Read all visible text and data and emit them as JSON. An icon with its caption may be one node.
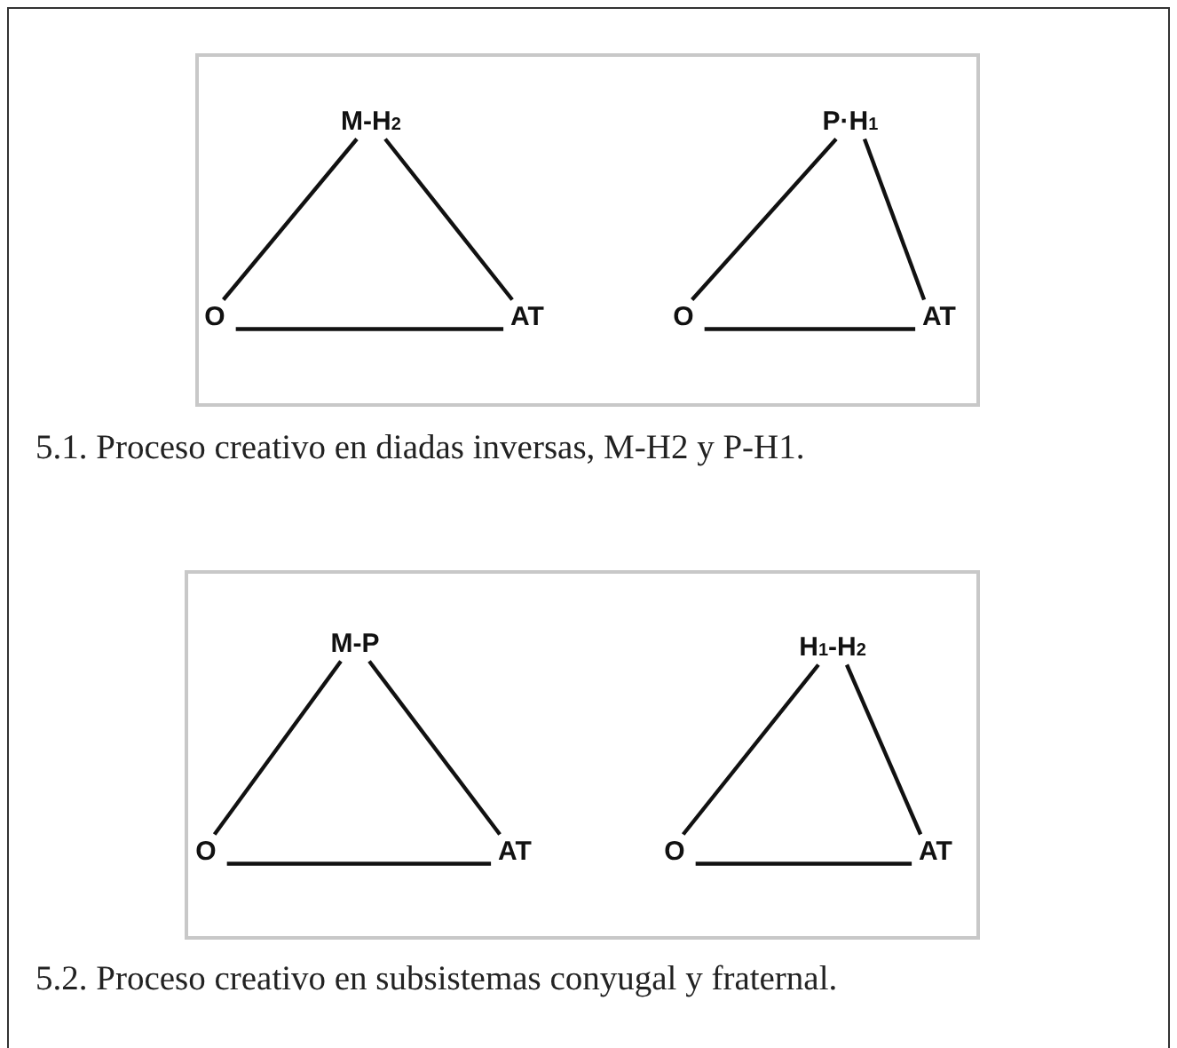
{
  "diagram": {
    "nodes": [
      {
        "text": [],
        "shape": "box"
      },
      {
        "text": [
          "M-H$_{2}$"
        ],
        "in": 0
      },
      {
        "text": [
          "O"
        ],
        "in": 0
      },
      {
        "text": [
          "AT"
        ],
        "in": 0
      },
      {
        "text": [
          "P·H$_{1}$"
        ],
        "in": 0
      },
      {
        "text": [
          "O"
        ],
        "in": 0
      },
      {
        "text": [
          "AT"
        ],
        "in": 0
      },
      {
        "text": [],
        "shape": "box"
      },
      {
        "text": [
          "M-P"
        ],
        "in": 7
      },
      {
        "text": [
          "O"
        ],
        "in": 7
      },
      {
        "text": [
          "AT"
        ],
        "in": 7
      },
      {
        "text": [
          "H$_{1}$-H$_{2}$"
        ],
        "in": 7
      },
      {
        "text": [
          "O"
        ],
        "in": 7
      },
      {
        "text": [
          "AT"
        ],
        "in": 7
      }
    ],
    "edges": [
      {
        "from": 1,
        "to": 2,
        "arrow": "none"
      },
      {
        "from": 1,
        "to": 3,
        "arrow": "none"
      },
      {
        "from": 2,
        "to": 3,
        "arrow": "none"
      },
      {
        "from": 4,
        "to": 5,
        "arrow": "none"
      },
      {
        "from": 4,
        "to": 6,
        "arrow": "none"
      },
      {
        "from": 5,
        "to": 6,
        "arrow": "none"
      },
      {
        "from": 8,
        "to": 9,
        "arrow": "none"
      },
      {
        "from": 8,
        "to": 10,
        "arrow": "none"
      },
      {
        "from": 9,
        "to": 10,
        "arrow": "none"
      },
      {
        "from": 11,
        "to": 12,
        "arrow": "none"
      },
      {
        "from": 11,
        "to": 13,
        "arrow": "none"
      },
      {
        "from": 12,
        "to": 13,
        "arrow": "none"
      }
    ],
    "labels": [
      "5.1. Proceso creativo en diadas inversas, M-H2 y P-H1.",
      "5.2. Proceso creativo en subsistemas conyugal y fraternal."
    ]
  }
}
